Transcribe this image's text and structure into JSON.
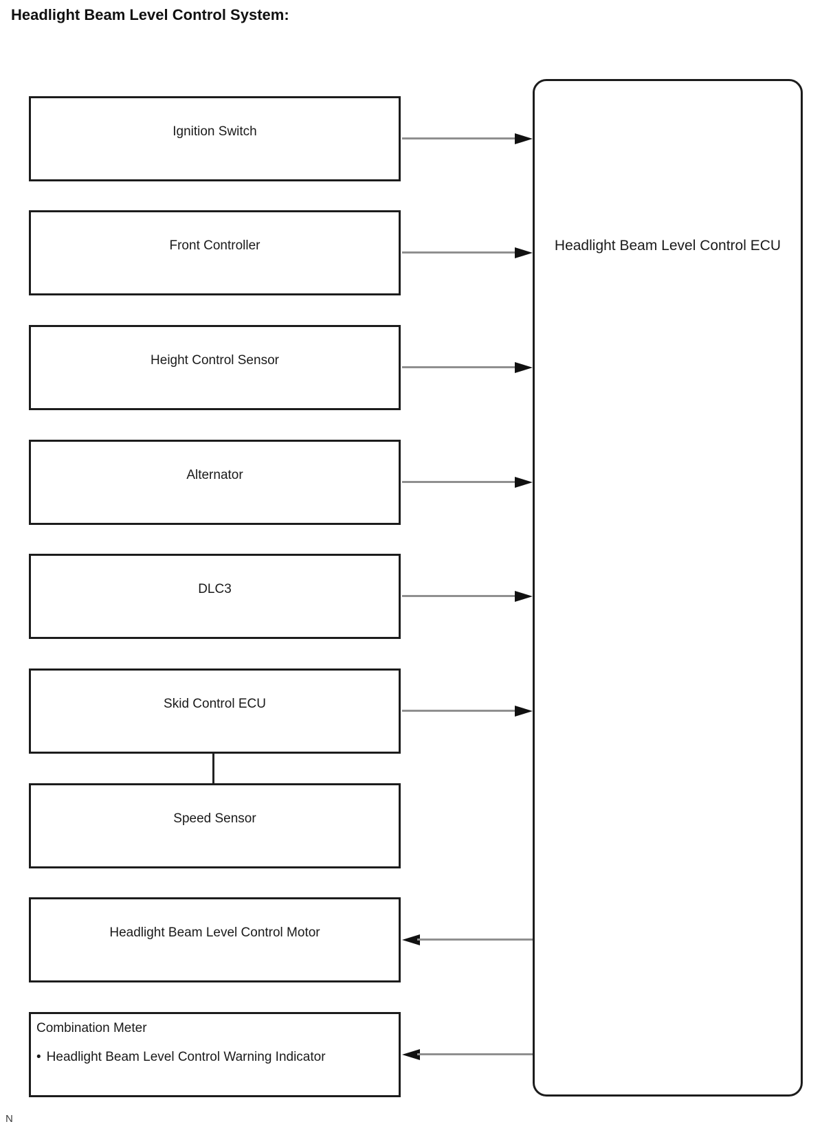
{
  "page": {
    "title": "Headlight Beam Level Control System:",
    "note": "N"
  },
  "ecu": {
    "label": "Headlight Beam Level Control ECU"
  },
  "inputs": [
    {
      "label": "Ignition Switch"
    },
    {
      "label": "Front Controller"
    },
    {
      "label": "Height Control Sensor"
    },
    {
      "label": "Alternator"
    },
    {
      "label": "DLC3"
    },
    {
      "label": "Skid Control ECU"
    },
    {
      "label": "Speed Sensor"
    }
  ],
  "outputs": [
    {
      "label": "Headlight Beam Level Control Motor"
    }
  ],
  "combination_meter": {
    "heading": "Combination Meter",
    "bullet_glyph": "•",
    "bullet_label": "Headlight Beam Level Control Warning Indicator"
  },
  "connections": [
    {
      "from": "Ignition Switch",
      "to": "Headlight Beam Level Control ECU",
      "type": "arrow"
    },
    {
      "from": "Front Controller",
      "to": "Headlight Beam Level Control ECU",
      "type": "arrow"
    },
    {
      "from": "Height Control Sensor",
      "to": "Headlight Beam Level Control ECU",
      "type": "arrow"
    },
    {
      "from": "Alternator",
      "to": "Headlight Beam Level Control ECU",
      "type": "arrow"
    },
    {
      "from": "DLC3",
      "to": "Headlight Beam Level Control ECU",
      "type": "arrow"
    },
    {
      "from": "Skid Control ECU",
      "to": "Headlight Beam Level Control ECU",
      "type": "arrow"
    },
    {
      "from": "Skid Control ECU",
      "to": "Speed Sensor",
      "type": "line"
    },
    {
      "from": "Headlight Beam Level Control ECU",
      "to": "Headlight Beam Level Control Motor",
      "type": "arrow"
    },
    {
      "from": "Headlight Beam Level Control ECU",
      "to": "Combination Meter",
      "type": "arrow"
    }
  ],
  "colors": {
    "background": "#ffffff",
    "border": "#1c1c1c",
    "text": "#1a1a1a",
    "arrow_shaft": "#8f8f8f",
    "arrow_head": "#111111"
  }
}
